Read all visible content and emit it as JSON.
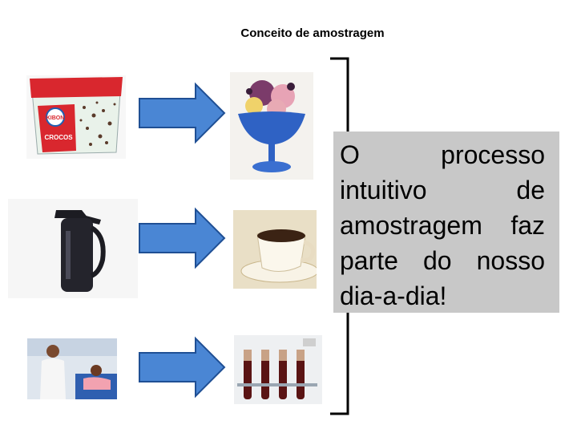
{
  "slide": {
    "title": "Conceito de amostragem",
    "note": "O processo intuitivo de amostragem faz parte do nosso dia-a-dia!"
  },
  "rows": [
    {
      "source": "ice-cream-tub",
      "sample": "ice-cream-sundae"
    },
    {
      "source": "coffee-thermos",
      "sample": "coffee-cup"
    },
    {
      "source": "blood-donation",
      "sample": "blood-sample-tubes"
    }
  ],
  "colors": {
    "arrow_fill": "#4a86d4",
    "arrow_stroke": "#1f4f94",
    "note_background": "#c8c8c8",
    "bracket": "#000000"
  },
  "ice_cream_tub_text": "KIBON CROCOS"
}
